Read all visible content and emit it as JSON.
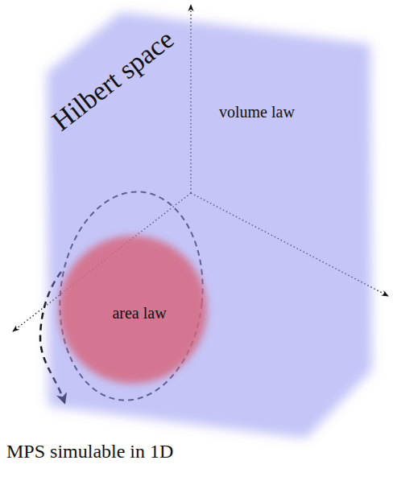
{
  "diagram": {
    "nodes": [
      {
        "text": [
          "volume law"
        ]
      },
      {
        "text": [
          "area law"
        ],
        "in": 0
      }
    ],
    "labels": [
      "Hilbert space",
      "MPS simulable in 1D"
    ]
  }
}
